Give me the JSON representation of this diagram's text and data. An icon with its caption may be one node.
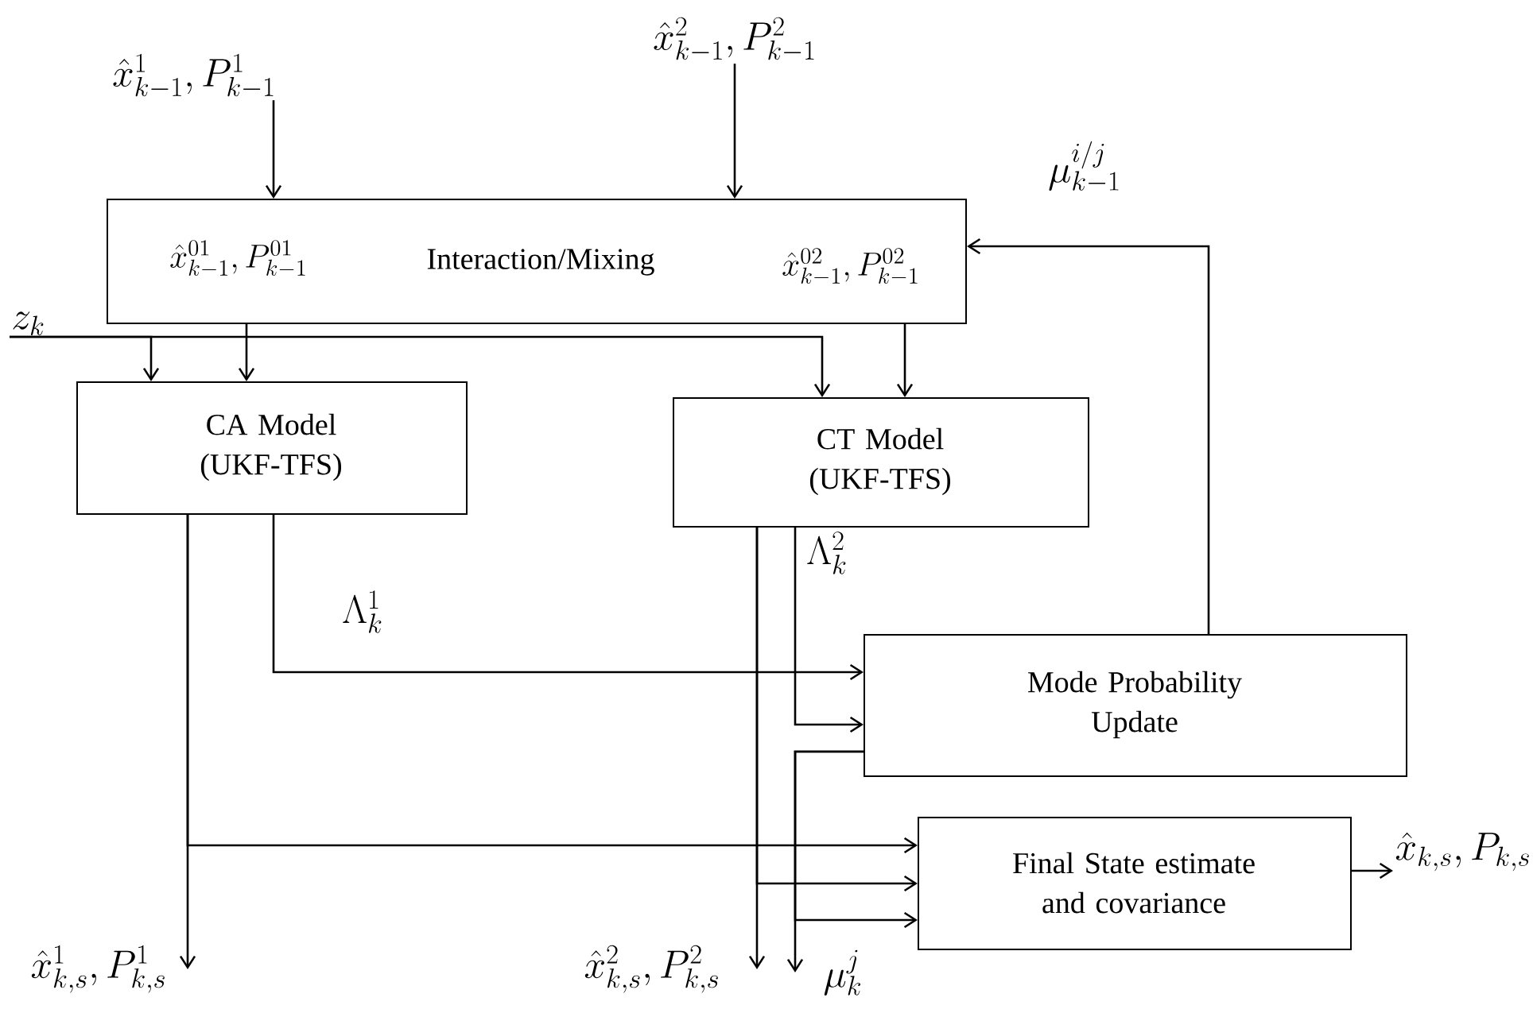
{
  "diagram": {
    "nodes": [
      {
        "text": [
          "\\hat{x}^{1}_{k-1},P^{1}_{k-1}"
        ]
      },
      {
        "text": [
          "\\hat{x}^{2}_{k-1},P^{2}_{k-1}"
        ]
      },
      {
        "text": [
          "\\hat{x}^{01}_{k-1},P^{01}_{k-1}",
          "Interaction/Mixing",
          "\\hat{x}^{02}_{k-1},P^{02}_{k-1}"
        ]
      },
      {
        "text": [
          "z_{k}"
        ]
      },
      {
        "text": [
          "CA Model (UKF-TFS)"
        ]
      },
      {
        "text": [
          "CT Model (UKF-TFS)"
        ]
      },
      {
        "text": [
          "Mode Probability Update"
        ]
      },
      {
        "text": [
          "Final State estimate and covariance"
        ]
      },
      {
        "text": [
          "\\hat{x}^{1}_{k,s},P^{1}_{k,s}"
        ]
      },
      {
        "text": [
          "\\hat{x}^{2}_{k,s},P^{2}_{k,s}"
        ]
      },
      {
        "text": [
          "\\mu^{j}_{k}"
        ]
      },
      {
        "text": [
          "\\hat{x}_{k,s},P_{k,s}"
        ]
      }
    ],
    "edges": [
      {
        "from": 0,
        "to": 2,
        "arrow": "to"
      },
      {
        "from": 1,
        "to": 2,
        "arrow": "to"
      },
      {
        "from": 2,
        "to": 4,
        "arrow": "to"
      },
      {
        "from": 3,
        "to": 4,
        "arrow": "to"
      },
      {
        "from": 3,
        "to": 5,
        "arrow": "to"
      },
      {
        "from": 2,
        "to": 5,
        "arrow": "to"
      },
      {
        "from": 4,
        "to": 6,
        "arrow": "to",
        "label": "\\Lambda^{1}_{k}"
      },
      {
        "from": 5,
        "to": 6,
        "arrow": "to",
        "label": "\\Lambda^{2}_{k}"
      },
      {
        "from": 6,
        "to": 2,
        "arrow": "to",
        "label": "\\mu^{i/j}_{k-1}"
      },
      {
        "from": 4,
        "to": 8,
        "arrow": "to"
      },
      {
        "from": 4,
        "to": 7,
        "arrow": "to"
      },
      {
        "from": 5,
        "to": 9,
        "arrow": "to"
      },
      {
        "from": 5,
        "to": 7,
        "arrow": "to"
      },
      {
        "from": 6,
        "to": 10,
        "arrow": "to"
      },
      {
        "from": 6,
        "to": 7,
        "arrow": "to"
      },
      {
        "from": 7,
        "to": 11,
        "arrow": "to"
      }
    ]
  }
}
